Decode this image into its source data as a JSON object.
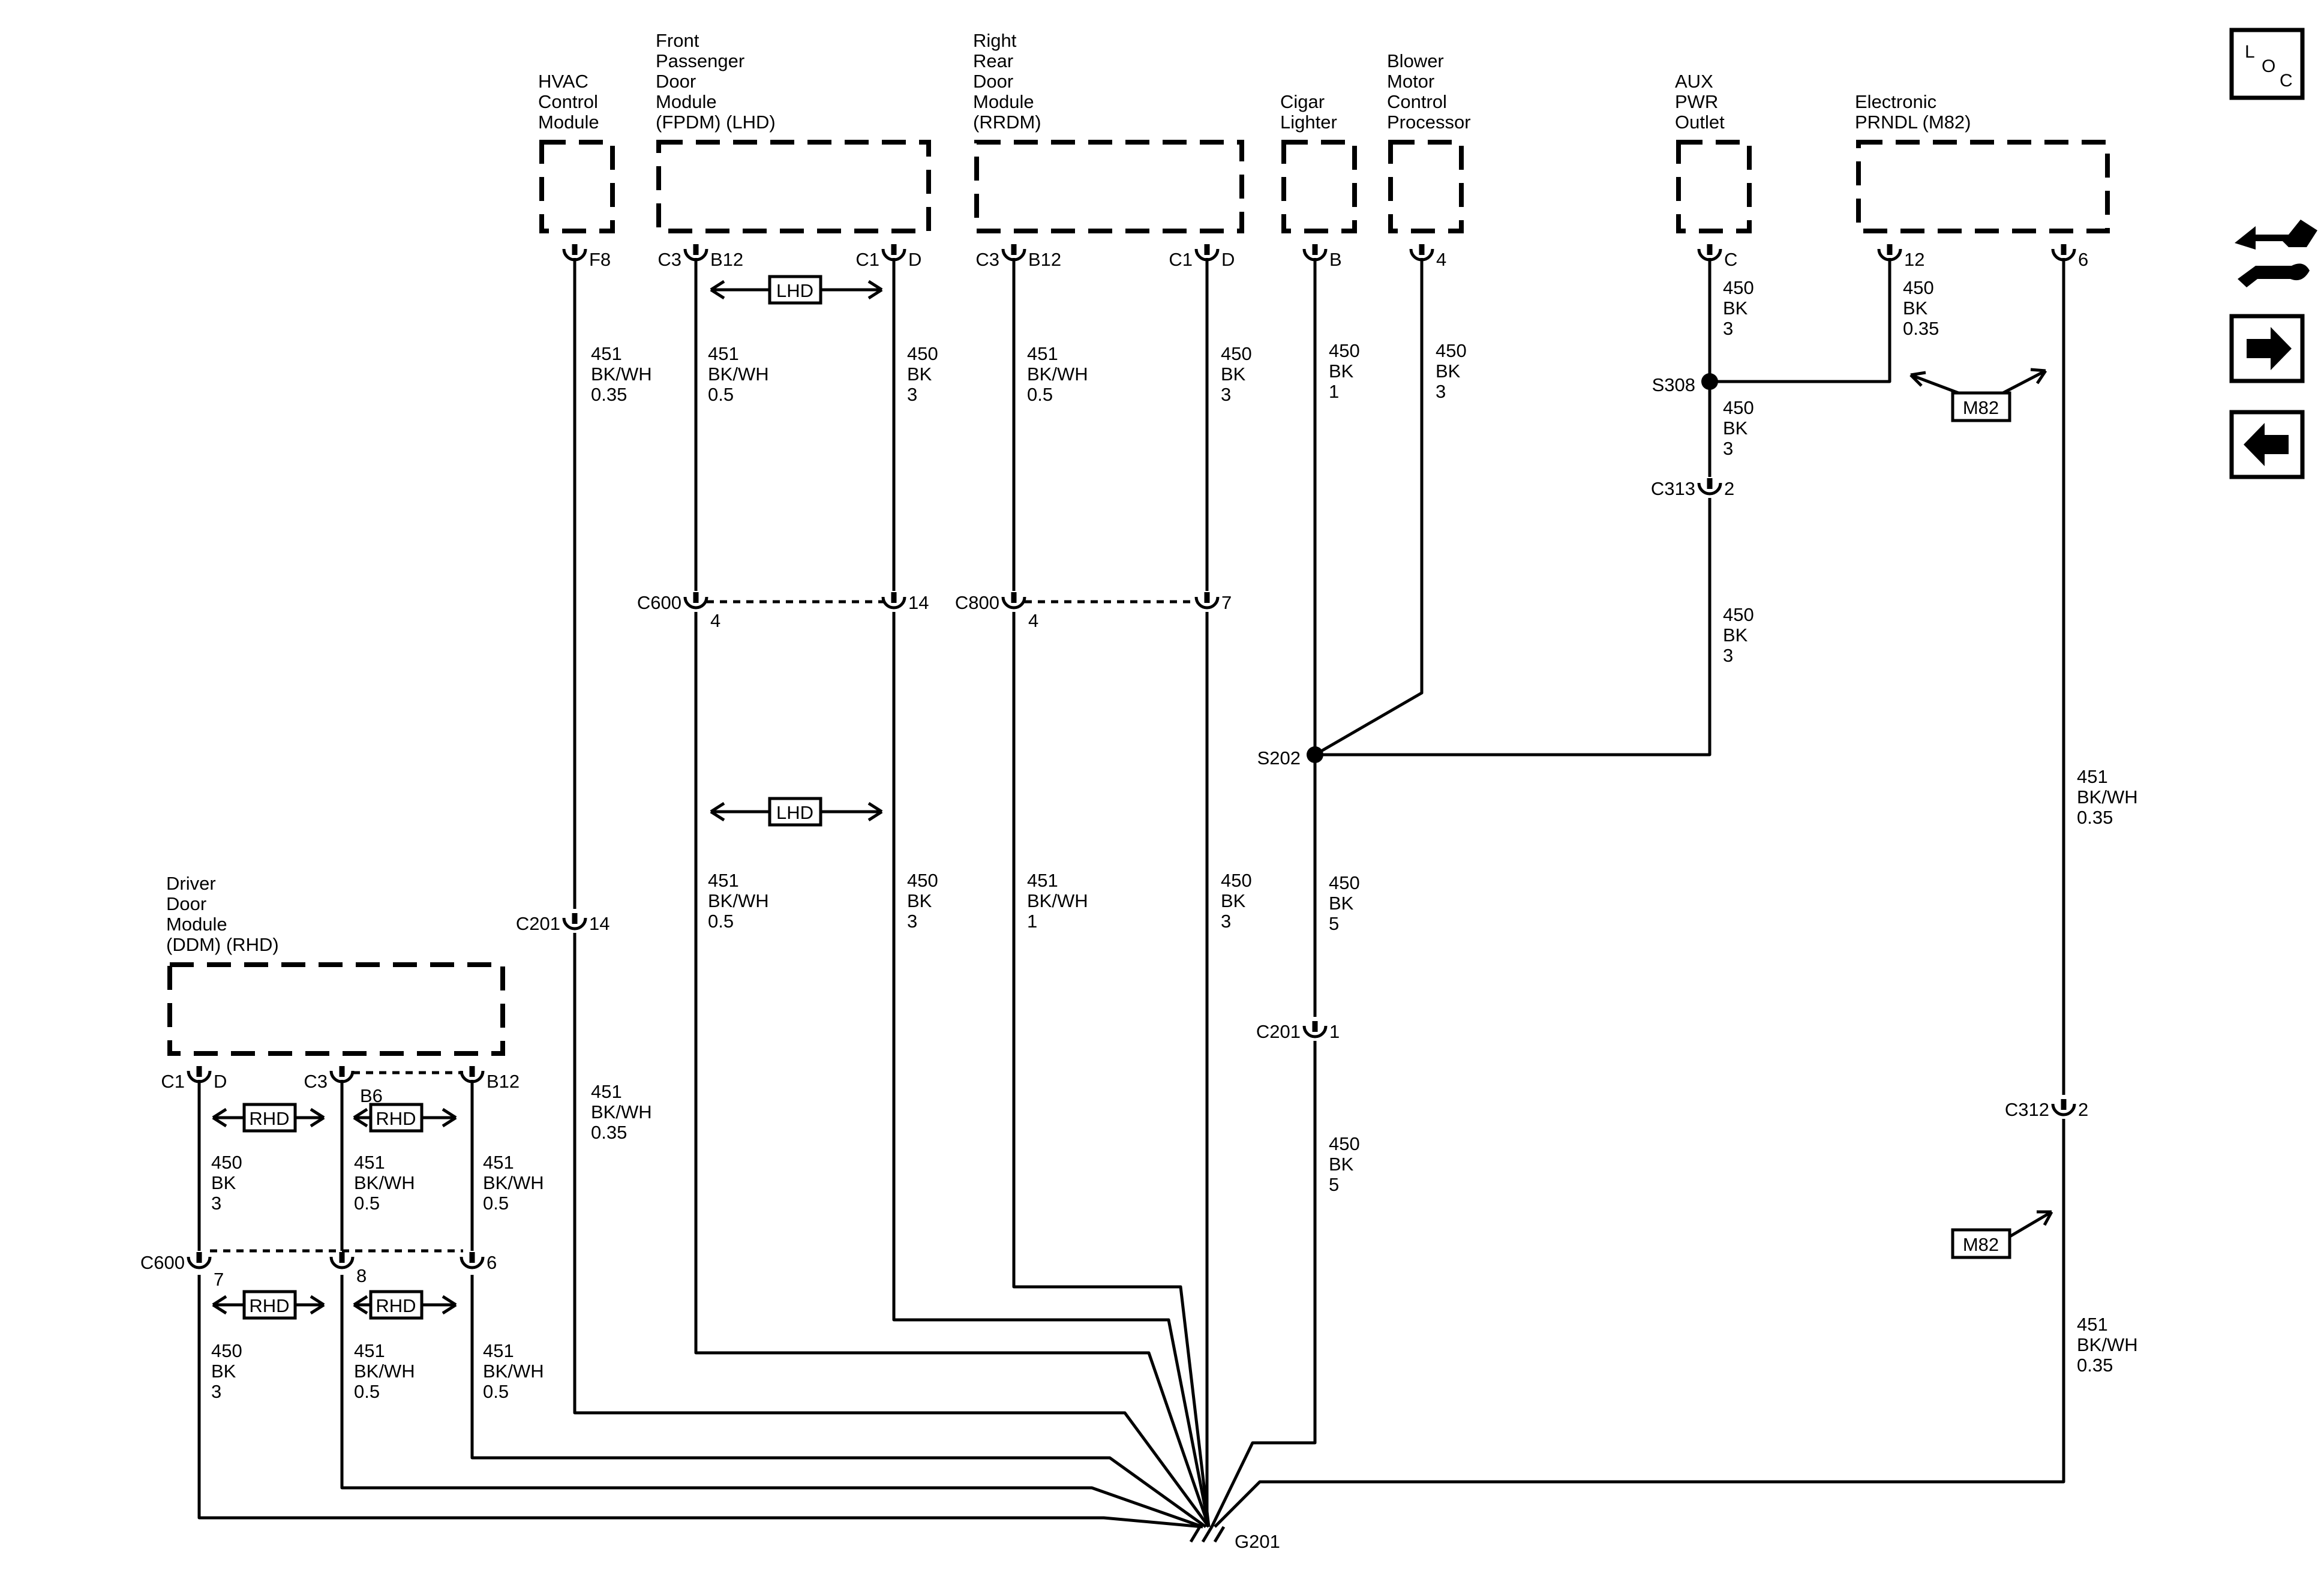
{
  "modules": [
    {
      "id": "hvac",
      "lines": [
        "HVAC",
        "Control",
        "Module"
      ],
      "box": "hvac"
    },
    {
      "id": "fpdm",
      "lines": [
        "Front",
        "Passenger",
        "Door",
        "Module",
        "(FPDM) (LHD)"
      ],
      "box": "fpdm"
    },
    {
      "id": "rrdm",
      "lines": [
        "Right",
        "Rear",
        "Door",
        "Module",
        "(RRDM)"
      ],
      "box": "rrdm"
    },
    {
      "id": "cigar",
      "lines": [
        "Cigar",
        "Lighter"
      ],
      "box": "cigar"
    },
    {
      "id": "blower",
      "lines": [
        "Blower",
        "Motor",
        "Control",
        "Processor"
      ],
      "box": "blower"
    },
    {
      "id": "aux",
      "lines": [
        "AUX",
        "PWR",
        "Outlet"
      ],
      "box": "aux"
    },
    {
      "id": "prndl",
      "lines": [
        "Electronic",
        "PRNDL (M82)"
      ],
      "box": "prndl"
    },
    {
      "id": "ddm",
      "lines": [
        "Driver",
        "Door",
        "Module",
        "(DDM) (RHD)"
      ],
      "box": "ddm"
    }
  ],
  "pins": [
    {
      "id": "hvac-f8",
      "right": "F8"
    },
    {
      "id": "fpdm-b12",
      "left": "C3",
      "right": "B12"
    },
    {
      "id": "fpdm-d",
      "left": "C1",
      "right": "D"
    },
    {
      "id": "rrdm-b12",
      "left": "C3",
      "right": "B12"
    },
    {
      "id": "rrdm-d",
      "left": "C1",
      "right": "D"
    },
    {
      "id": "cigar-b",
      "right": "B"
    },
    {
      "id": "blower-4",
      "right": "4"
    },
    {
      "id": "aux-c",
      "right": "C"
    },
    {
      "id": "prndl-12",
      "right": "12"
    },
    {
      "id": "prndl-6",
      "right": "6"
    },
    {
      "id": "ddm-d",
      "left": "C1",
      "right": "D"
    },
    {
      "id": "ddm-b6",
      "left": "C3",
      "below": "B6"
    },
    {
      "id": "ddm-b12",
      "right": "B12"
    }
  ],
  "inline_connectors": [
    {
      "id": "c600-fpdm-4",
      "left": "C600",
      "right": "4"
    },
    {
      "id": "c600-fpdm-14",
      "right": "14"
    },
    {
      "id": "c800-4",
      "left": "C800",
      "right": "4"
    },
    {
      "id": "c800-7",
      "right": "7"
    },
    {
      "id": "c201-14",
      "left": "C201",
      "right": "14"
    },
    {
      "id": "c201-1",
      "left": "C201",
      "right": "1"
    },
    {
      "id": "c313-2",
      "left": "C313",
      "right": "2"
    },
    {
      "id": "c312-2",
      "left": "C312",
      "right": "2"
    },
    {
      "id": "c600-ddm-7",
      "left": "C600",
      "right": "7"
    },
    {
      "id": "c600-ddm-8",
      "right": "8"
    },
    {
      "id": "c600-ddm-6",
      "right": "6"
    }
  ],
  "splices": [
    {
      "id": "s308",
      "label": "S308"
    },
    {
      "id": "s202",
      "label": "S202"
    }
  ],
  "ground": {
    "label": "G201"
  },
  "wire_labels": [
    {
      "id": "w-hvac-a",
      "lines": [
        "451",
        "BK/WH",
        "0.35"
      ]
    },
    {
      "id": "w-hvac-b",
      "lines": [
        "451",
        "BK/WH",
        "0.35"
      ]
    },
    {
      "id": "w-fpdm451-a",
      "lines": [
        "451",
        "BK/WH",
        "0.5"
      ]
    },
    {
      "id": "w-fpdm451-b",
      "lines": [
        "451",
        "BK/WH",
        "0.5"
      ]
    },
    {
      "id": "w-fpdm450-a",
      "lines": [
        "450",
        "BK",
        "3"
      ]
    },
    {
      "id": "w-fpdm450-b",
      "lines": [
        "450",
        "BK",
        "3"
      ]
    },
    {
      "id": "w-rrdm451-a",
      "lines": [
        "451",
        "BK/WH",
        "0.5"
      ]
    },
    {
      "id": "w-rrdm451-b",
      "lines": [
        "451",
        "BK/WH",
        "1"
      ]
    },
    {
      "id": "w-rrdm450-a",
      "lines": [
        "450",
        "BK",
        "3"
      ]
    },
    {
      "id": "w-rrdm450-b",
      "lines": [
        "450",
        "BK",
        "3"
      ]
    },
    {
      "id": "w-cigar",
      "lines": [
        "450",
        "BK",
        "1"
      ]
    },
    {
      "id": "w-blower",
      "lines": [
        "450",
        "BK",
        "3"
      ]
    },
    {
      "id": "w-s202-a",
      "lines": [
        "450",
        "BK",
        "5"
      ]
    },
    {
      "id": "w-s202-b",
      "lines": [
        "450",
        "BK",
        "5"
      ]
    },
    {
      "id": "w-aux-a",
      "lines": [
        "450",
        "BK",
        "3"
      ]
    },
    {
      "id": "w-aux-b",
      "lines": [
        "450",
        "BK",
        "3"
      ]
    },
    {
      "id": "w-aux-c",
      "lines": [
        "450",
        "BK",
        "3"
      ]
    },
    {
      "id": "w-prndl12",
      "lines": [
        "450",
        "BK",
        "0.35"
      ]
    },
    {
      "id": "w-prndl6-a",
      "lines": [
        "451",
        "BK/WH",
        "0.35"
      ]
    },
    {
      "id": "w-prndl6-b",
      "lines": [
        "451",
        "BK/WH",
        "0.35"
      ]
    },
    {
      "id": "w-ddm450-a",
      "lines": [
        "450",
        "BK",
        "3"
      ]
    },
    {
      "id": "w-ddm450-b",
      "lines": [
        "450",
        "BK",
        "3"
      ]
    },
    {
      "id": "w-ddmb6-a",
      "lines": [
        "451",
        "BK/WH",
        "0.5"
      ]
    },
    {
      "id": "w-ddmb6-b",
      "lines": [
        "451",
        "BK/WH",
        "0.5"
      ]
    },
    {
      "id": "w-ddmb12-a",
      "lines": [
        "451",
        "BK/WH",
        "0.5"
      ]
    },
    {
      "id": "w-ddmb12-b",
      "lines": [
        "451",
        "BK/WH",
        "0.5"
      ]
    }
  ],
  "option_tags": [
    {
      "id": "lhd-top",
      "label": "LHD"
    },
    {
      "id": "lhd-mid",
      "label": "LHD"
    },
    {
      "id": "m82-top",
      "label": "M82"
    },
    {
      "id": "m82-bottom",
      "label": "M82"
    },
    {
      "id": "rhd-1",
      "label": "RHD"
    },
    {
      "id": "rhd-2",
      "label": "RHD"
    },
    {
      "id": "rhd-3",
      "label": "RHD"
    },
    {
      "id": "rhd-4",
      "label": "RHD"
    }
  ],
  "side_buttons": {
    "loc": {
      "chars": [
        "L",
        "O",
        "C"
      ]
    },
    "service_icon": "wrench-hand-icon",
    "next_icon": "arrow-right-icon",
    "prev_icon": "arrow-left-icon"
  }
}
